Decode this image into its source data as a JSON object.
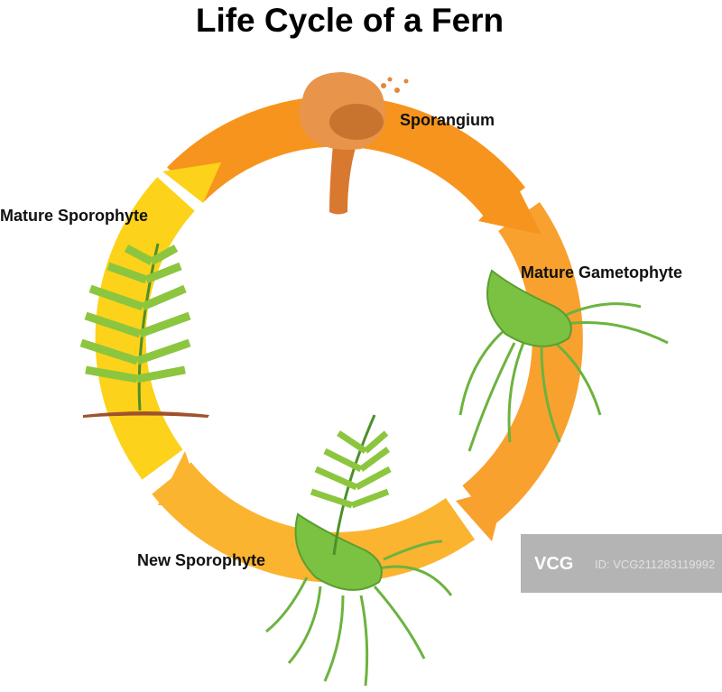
{
  "title": "Life Cycle of a Fern",
  "stages": {
    "sporangium": "Sporangium",
    "mature_gametophyte": "Mature Gametophyte",
    "new_sporophyte": "New Sporophyte",
    "mature_sporophyte": "Mature Sporophyte"
  },
  "colors": {
    "ring_top": "#f7941d",
    "ring_right": "#f8a12e",
    "ring_bottom": "#fbb430",
    "ring_left": "#fcd21a",
    "green": "#7cc242",
    "brown": "#e0883a"
  },
  "watermark": {
    "logo": "VCG",
    "id": "ID: VCG211283119992"
  }
}
